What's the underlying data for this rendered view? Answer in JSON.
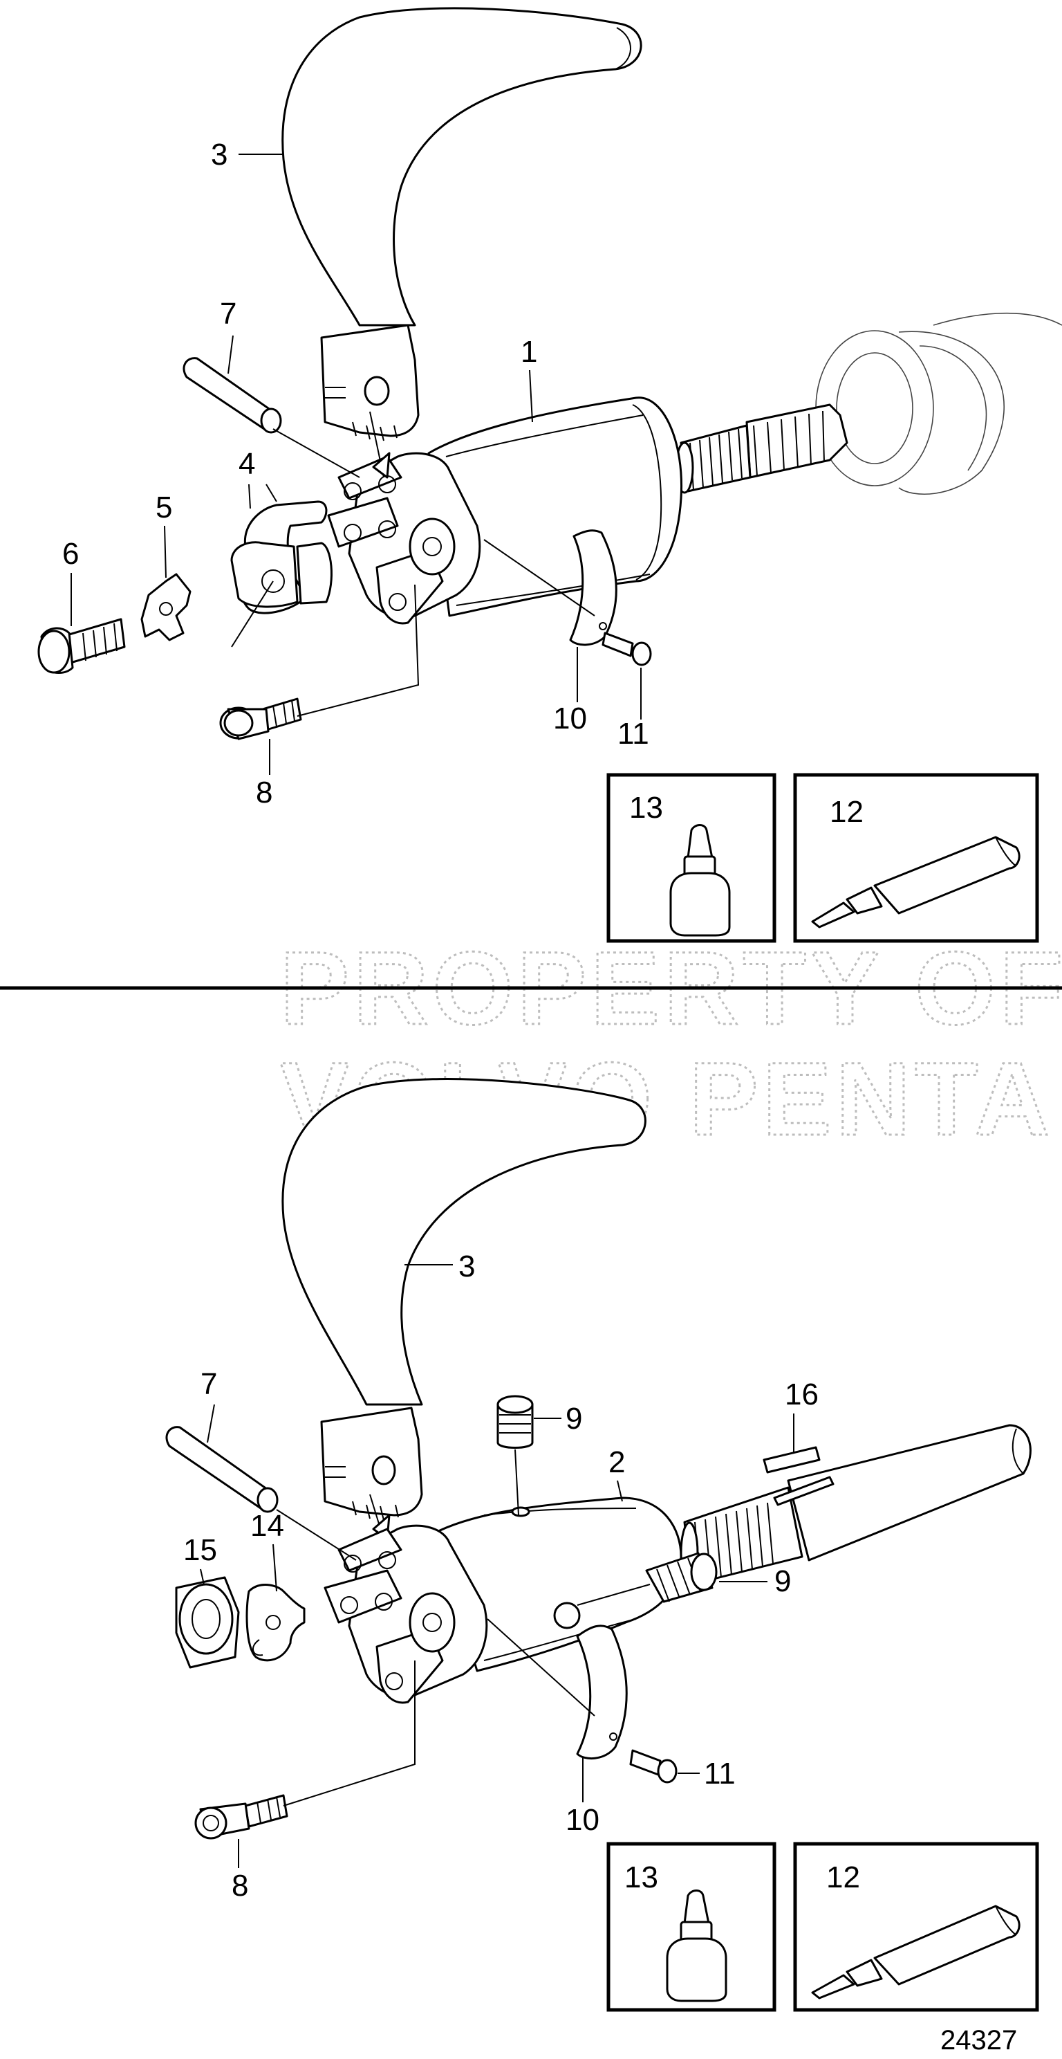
{
  "watermark": {
    "line1": "PROPERTY OF",
    "line2": "VOLVO PENTA"
  },
  "figure_number": "24327",
  "upper_view": {
    "callouts": {
      "c1": "1",
      "c3": "3",
      "c4": "4",
      "c5": "5",
      "c6": "6",
      "c7": "7",
      "c8": "8",
      "c10": "10",
      "c11": "11",
      "c12": "12",
      "c13": "13"
    }
  },
  "lower_view": {
    "callouts": {
      "c2": "2",
      "c3": "3",
      "c7": "7",
      "c8": "8",
      "c9a": "9",
      "c9b": "9",
      "c10": "10",
      "c11": "11",
      "c12": "12",
      "c13": "13",
      "c14": "14",
      "c15": "15",
      "c16": "16"
    }
  }
}
